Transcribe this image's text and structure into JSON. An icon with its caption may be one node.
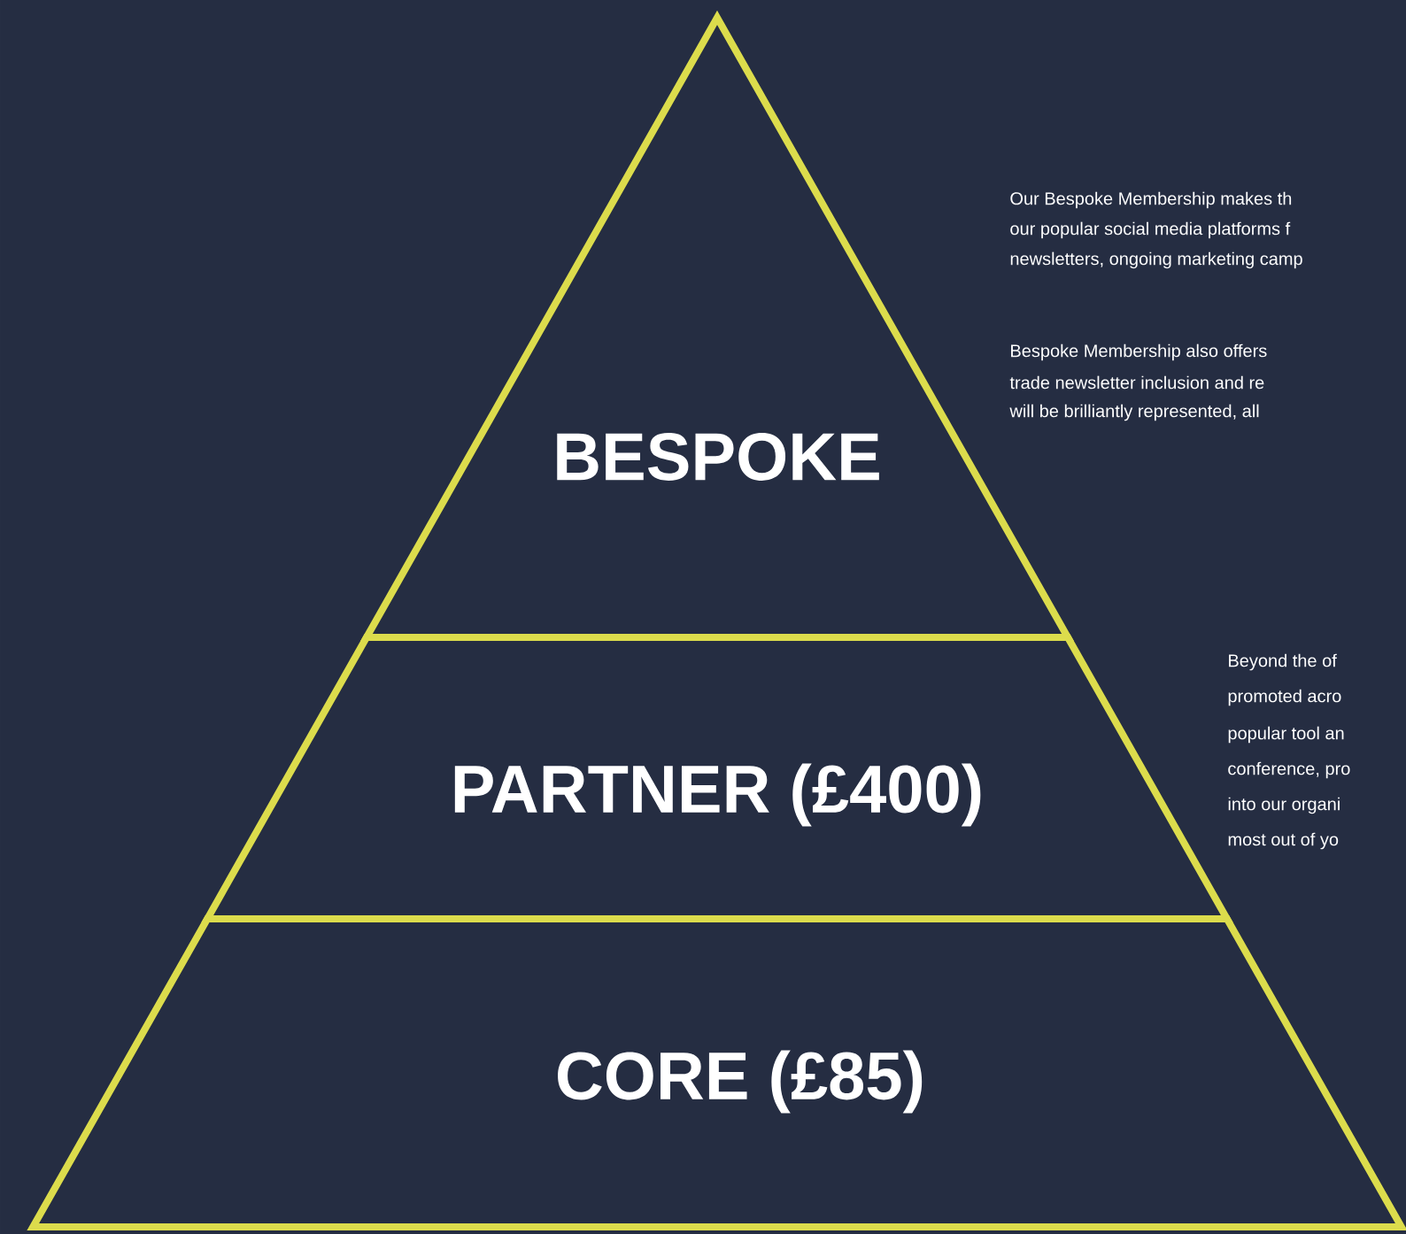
{
  "diagram": {
    "nodes": [
      {
        "text": [
          "BESPOKE"
        ]
      },
      {
        "text": [
          "PARTNER (£400)"
        ]
      },
      {
        "text": [
          "CORE (£85)"
        ]
      }
    ],
    "labels": [
      "Our Bespoke Membership makes th",
      "our popular social media platforms f",
      "newsletters, ongoing marketing camp",
      "Bespoke Membership also offers",
      "trade newsletter inclusion and re",
      "will be brilliantly represented, all",
      "Beyond the of",
      "promoted acro",
      "popular tool an",
      "conference, pro",
      "into our organi",
      "most out of yo"
    ]
  }
}
